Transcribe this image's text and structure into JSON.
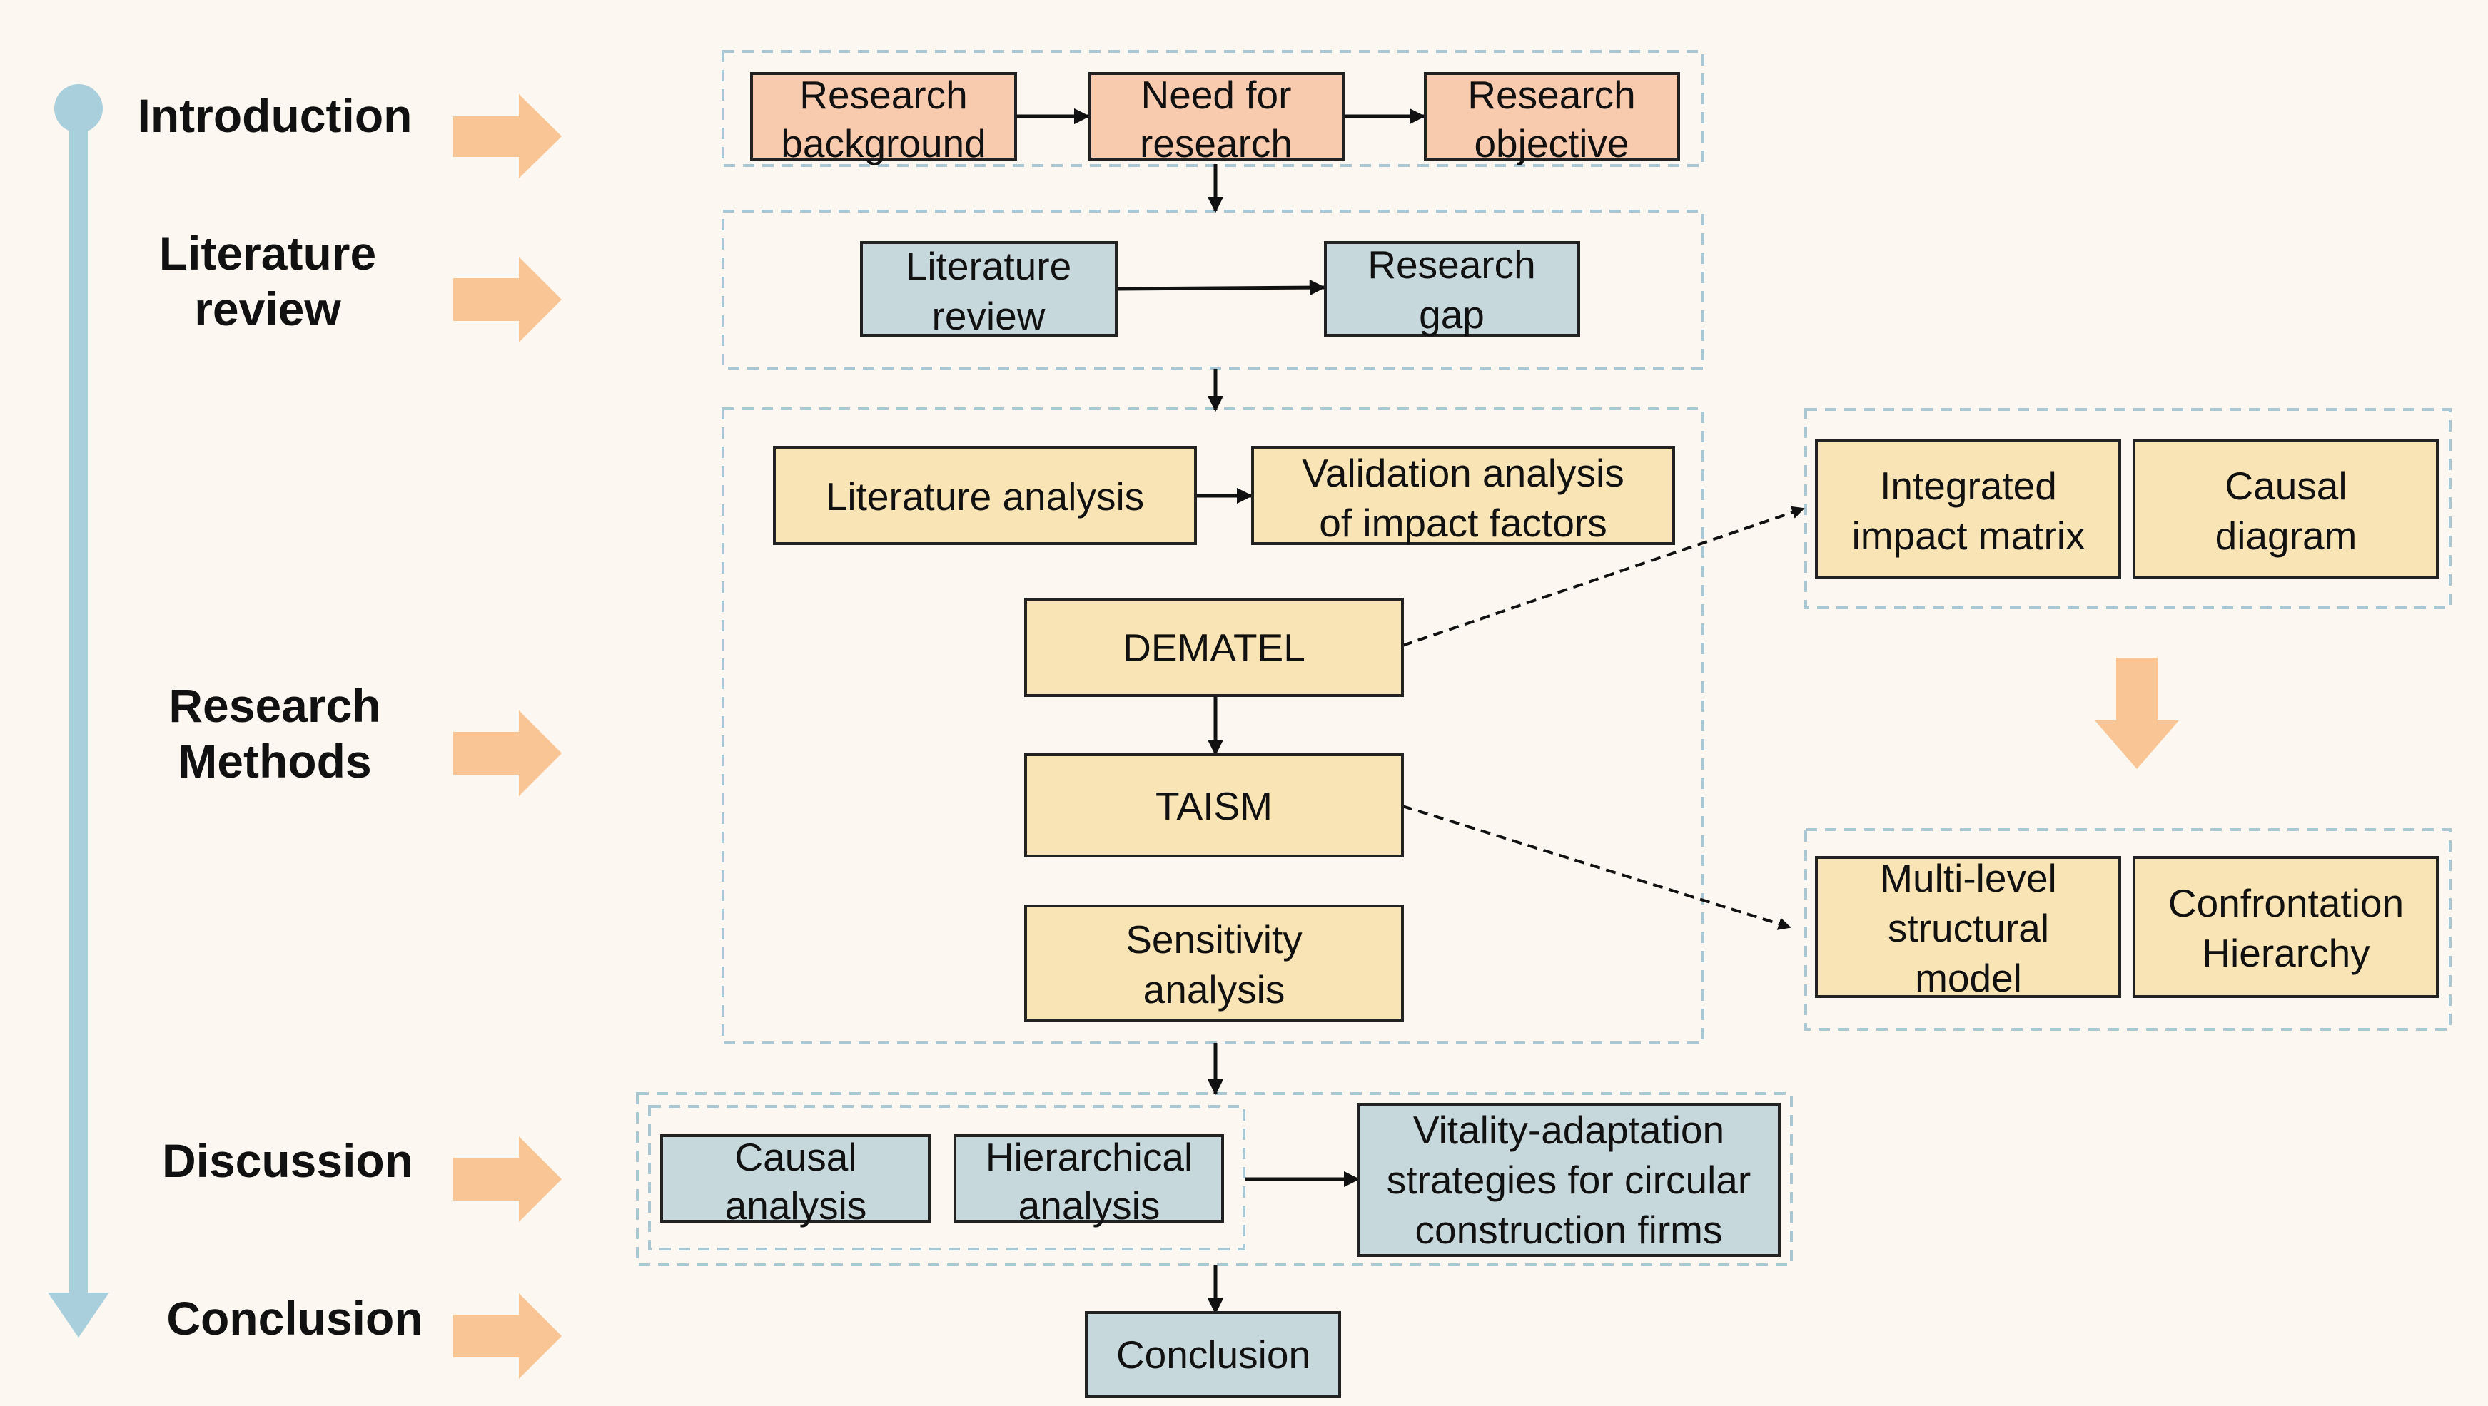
{
  "colors": {
    "background": "#fcf8f1",
    "timeline": "#a9cfdd",
    "stage_arrow": "#f9c595",
    "peach_box": "#f8cbaf",
    "blue_box": "#c7d8dd",
    "yellow_box": "#f8e4b5",
    "group_border": "#a9c8d4",
    "box_border": "#222222"
  },
  "stages": {
    "introduction": [
      "Introduction"
    ],
    "literature_review": [
      "Literature",
      "review"
    ],
    "research_methods": [
      "Research",
      "Methods"
    ],
    "discussion": [
      "Discussion"
    ],
    "conclusion": [
      "Conclusion"
    ]
  },
  "boxes": {
    "research_background": [
      "Research",
      "background"
    ],
    "need_for_research": [
      "Need for",
      "research"
    ],
    "research_objective": [
      "Research",
      "objective"
    ],
    "literature_review": [
      "Literature",
      "review"
    ],
    "research_gap": [
      "Research",
      "gap"
    ],
    "literature_analysis": [
      "Literature analysis"
    ],
    "validation_analysis": [
      "Validation analysis",
      "of impact factors"
    ],
    "dematel": [
      "DEMATEL"
    ],
    "taism": [
      "TAISM"
    ],
    "sensitivity_analysis": [
      "Sensitivity",
      "analysis"
    ],
    "integrated_impact_matrix": [
      "Integrated",
      "impact matrix"
    ],
    "causal_diagram": [
      "Causal",
      "diagram"
    ],
    "multi_level_structural_model": [
      "Multi-level",
      "structural",
      "model"
    ],
    "confrontation_hierarchy": [
      "Confrontation",
      "Hierarchy"
    ],
    "causal_analysis": [
      "Causal",
      "analysis"
    ],
    "hierarchical_analysis": [
      "Hierarchical",
      "analysis"
    ],
    "vitality_adaptation_strategies": [
      "Vitality-adaptation",
      "strategies for circular",
      "construction firms"
    ],
    "conclusion": [
      "Conclusion"
    ]
  }
}
